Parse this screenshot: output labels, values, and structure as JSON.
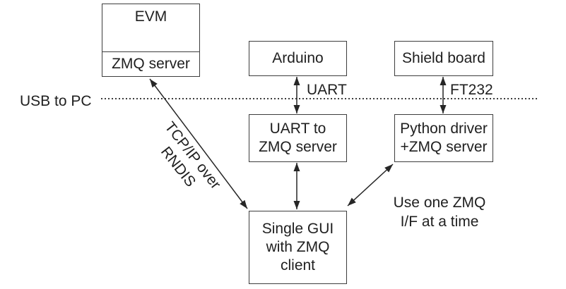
{
  "diagram": {
    "boxes": {
      "evm": {
        "title": "EVM",
        "subtitle": "ZMQ server"
      },
      "arduino": {
        "label": "Arduino"
      },
      "shield_board": {
        "label": "Shield board"
      },
      "uart_zmq_server": {
        "lines": [
          "UART to",
          "ZMQ server"
        ]
      },
      "python_driver": {
        "lines": [
          "Python driver",
          "+ZMQ server"
        ]
      },
      "single_gui": {
        "lines": [
          "Single GUI",
          "with ZMQ",
          "client"
        ]
      }
    },
    "labels": {
      "usb_to_pc": "USB to PC",
      "uart": "UART",
      "ft232": "FT232",
      "tcpip_rndis": {
        "lines": [
          "TCP/IP over",
          "RNDIS"
        ]
      },
      "zmq_note": {
        "lines": [
          "Use one ZMQ",
          "I/F at a time"
        ]
      }
    },
    "colors": {
      "background": "#ffffff",
      "text": "#1f1f1f",
      "box_border": "#3d3d3d",
      "arrow": "#262626",
      "dotted_line": "#3d3d3d"
    }
  }
}
